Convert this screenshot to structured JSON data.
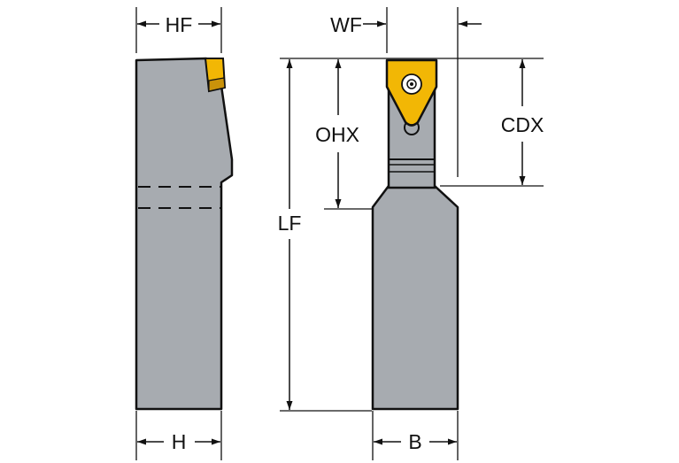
{
  "colors": {
    "body_fill": "#a7abb0",
    "outline": "#111111",
    "insert": "#f2b705",
    "insert_shadow": "#c9920a",
    "background": "#ffffff"
  },
  "labels": {
    "hf": "HF",
    "h": "H",
    "wf": "WF",
    "ohx": "OHX",
    "cdx": "CDX",
    "lf": "LF",
    "b": "B"
  },
  "icons": {
    "screw": "torx-screw-icon"
  }
}
